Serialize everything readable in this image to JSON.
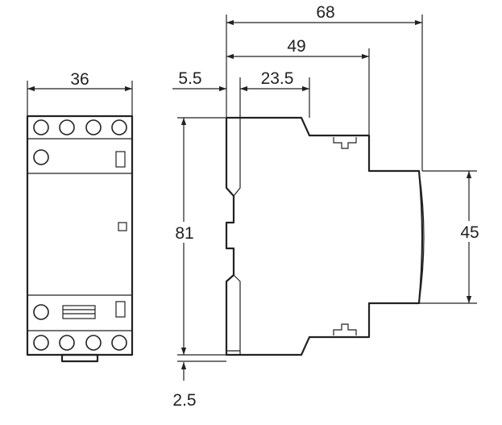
{
  "front_view": {
    "width_dim": "36"
  },
  "side_view": {
    "dim_overall_depth": "68",
    "dim_depth_to_step": "49",
    "dim_rail_offset": "5.5",
    "dim_rail_to_body": "23.5",
    "dim_height": "81",
    "dim_front_height": "45",
    "dim_bottom_offset": "2.5"
  }
}
